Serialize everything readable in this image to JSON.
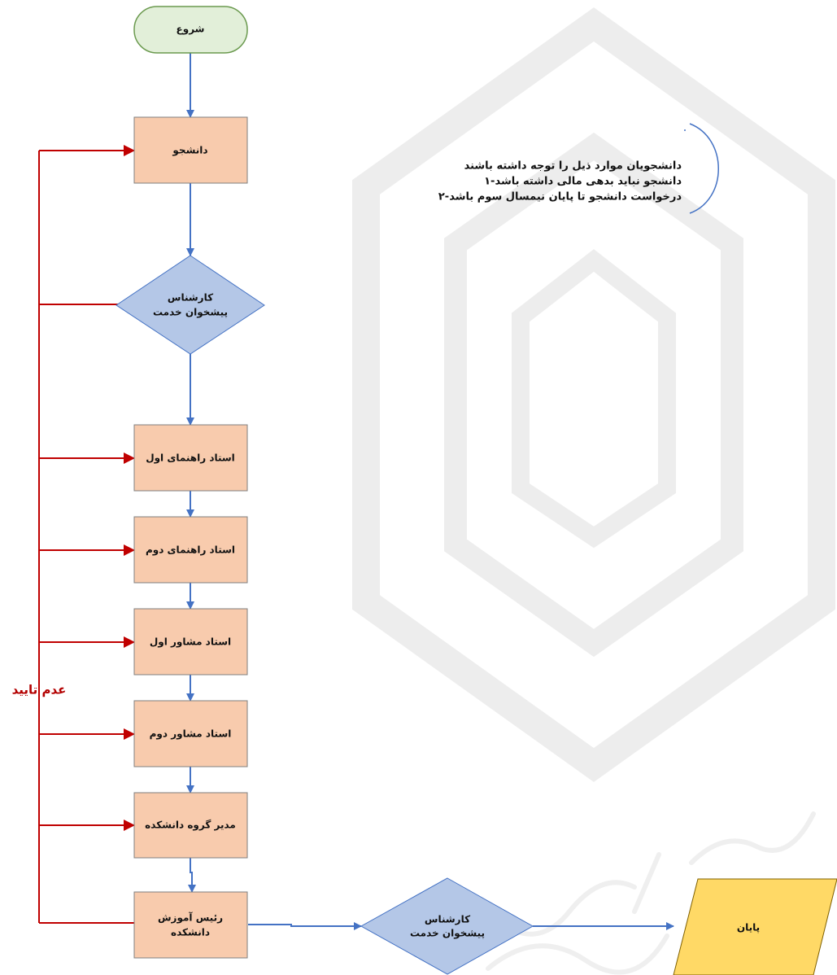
{
  "colors": {
    "start_fill": "#e2efd9",
    "start_stroke": "#6b9a4f",
    "process_fill": "#f8cbad",
    "process_stroke": "#7f7f7f",
    "decision_fill": "#b4c7e7",
    "decision_stroke": "#4472c4",
    "end_fill": "#ffd966",
    "end_stroke": "#7f6000",
    "flow_arrow": "#4472c4",
    "reject_line": "#c00000",
    "watermark": "#ececec"
  },
  "nodes": {
    "start": "شروع",
    "student": "دانشجو",
    "service_expert_1": [
      "کارشناس",
      "پیشخوان خدمت"
    ],
    "first_supervisor": "استاد راهنمای اول",
    "second_supervisor": "استاد راهنمای دوم",
    "first_advisor": "استاد مشاور اول",
    "second_advisor": "استاد مشاور دوم",
    "dept_head": "مدیر گروه دانشکده",
    "faculty_edu_head": [
      "رئیس آموزش",
      "دانشکده"
    ],
    "service_expert_2": [
      "کارشناس",
      "پیشخوان خدمت"
    ],
    "end": "پایان"
  },
  "reject_label": "عدم تایید",
  "note": {
    "lines": [
      "دانشجویان موارد ذیل را توجه داشته باشند",
      "۱-دانشجو نباید بدهی مالی داشته باشد",
      "۲-درخواست دانشجو تا پایان نیمسال سوم باشد"
    ]
  }
}
